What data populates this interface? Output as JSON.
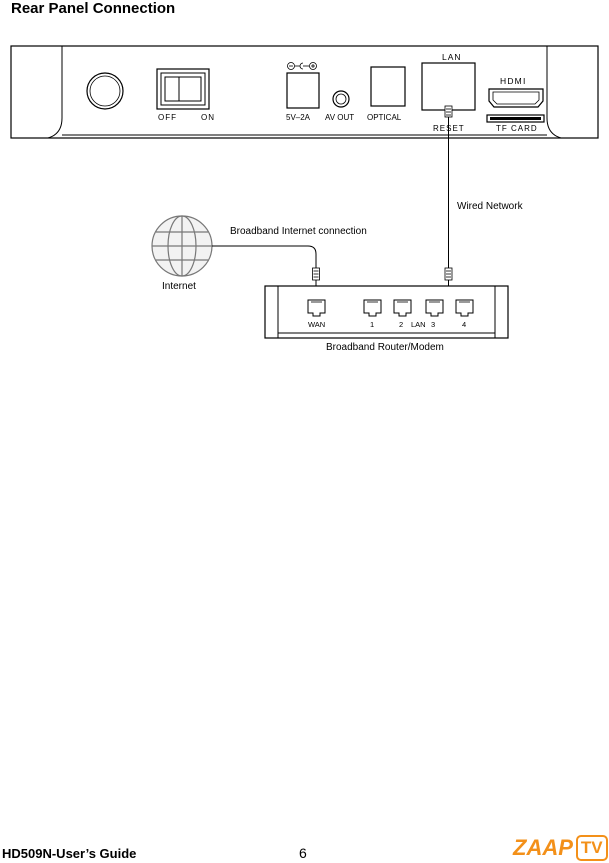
{
  "heading": "Rear Panel Connection",
  "rear_panel": {
    "switch_off": "OFF",
    "switch_on": "ON",
    "power": "5V–2A",
    "av_out": "AV OUT",
    "optical": "OPTICAL",
    "lan": "LAN",
    "hdmi": "HDMI",
    "reset": "RESET",
    "tf_card": "TF CARD"
  },
  "labels": {
    "wired_network": "Wired Network",
    "broadband_connection": "Broadband Internet connection",
    "internet": "Internet",
    "router": "Broadband Router/Modem"
  },
  "router_ports": {
    "wan": "WAN",
    "p1": "1",
    "p2": "2",
    "lan": "LAN",
    "p3": "3",
    "p4": "4"
  },
  "footer": {
    "guide": "HD509N-User’s Guide",
    "page": "6"
  },
  "logo": {
    "word": "ZAAP",
    "tv": "TV",
    "color": "#f39019"
  }
}
